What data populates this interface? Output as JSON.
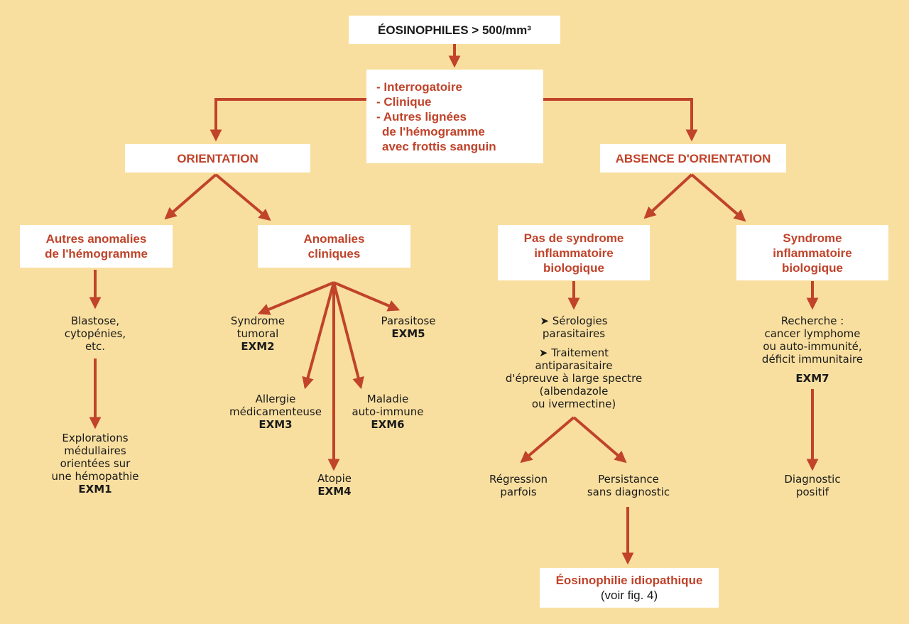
{
  "colors": {
    "background": "#f9df9f",
    "accent": "#c0432a",
    "box": "#ffffff",
    "text": "#1a1a1a"
  },
  "title": "ÉOSINOPHILES > 500/mm³",
  "steps": [
    "- Interrogatoire",
    "- Clinique",
    "- Autres lignées",
    "  de l'hémogramme",
    "  avec frottis sanguin"
  ],
  "branches": {
    "orientation": "ORIENTATION",
    "absence": "ABSENCE D'ORIENTATION"
  },
  "orientation": {
    "autres_anomalies": [
      "Autres anomalies",
      "de l'hémogramme"
    ],
    "anomalies_cliniques": [
      "Anomalies",
      "cliniques"
    ],
    "blastose": [
      "Blastose,",
      "cytopénies,",
      "etc."
    ],
    "explorations": [
      "Explorations",
      "médullaires",
      "orientées sur",
      "une hémopathie"
    ],
    "exm1": "EXM1",
    "syndrome_tumoral": [
      "Syndrome",
      "tumoral"
    ],
    "exm2": "EXM2",
    "parasitose": "Parasitose",
    "exm5": "EXM5",
    "allergie": [
      "Allergie",
      "médicamenteuse"
    ],
    "exm3": "EXM3",
    "maladie": [
      "Maladie",
      "auto-immune"
    ],
    "exm6": "EXM6",
    "atopie": "Atopie",
    "exm4": "EXM4"
  },
  "absence": {
    "pas_syndrome": [
      "Pas de syndrome",
      "inflammatoire",
      "biologique"
    ],
    "syndrome": [
      "Syndrome",
      "inflammatoire",
      "biologique"
    ],
    "serologies": [
      "➤ Sérologies",
      "parasitaires"
    ],
    "traitement": [
      "➤ Traitement",
      "antiparasitaire",
      "d'épreuve à large spectre",
      "(albendazole",
      "ou ivermectine)"
    ],
    "regression": [
      "Régression",
      "parfois"
    ],
    "persistance": [
      "Persistance",
      "sans diagnostic"
    ],
    "idiopathique": "Éosinophilie idiopathique",
    "voir": "(voir fig. 4)",
    "recherche": [
      "Recherche :",
      "cancer lymphome",
      "ou auto-immunité,",
      "déficit immunitaire"
    ],
    "exm7": "EXM7",
    "diagnostic": [
      "Diagnostic",
      "positif"
    ]
  }
}
